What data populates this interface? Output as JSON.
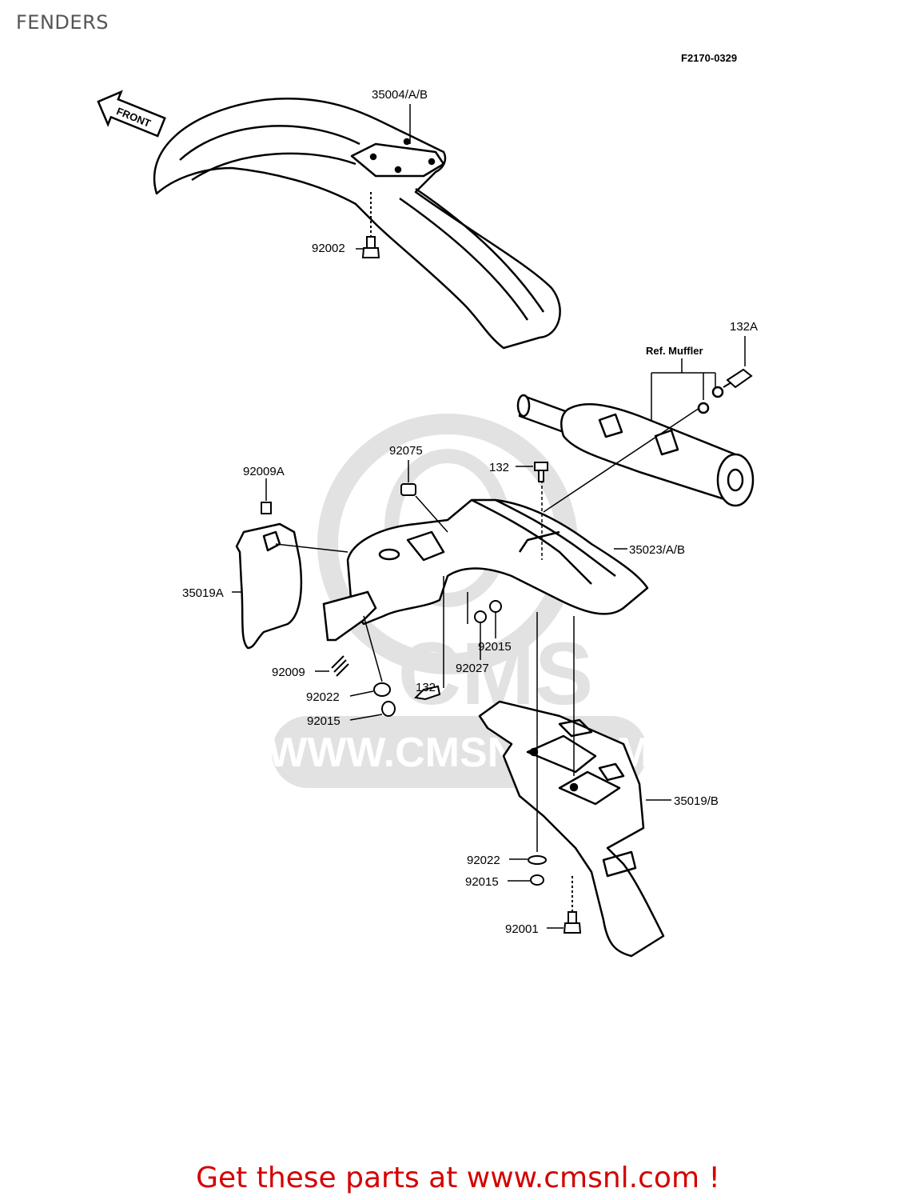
{
  "title": "FENDERS",
  "diagram_code": "F2170-0329",
  "front_arrow_label": "FRONT",
  "ref_muffler_label": "Ref. Muffler",
  "watermark": {
    "brand": "CMS",
    "url": "WWW.CMSNL.COM"
  },
  "parts": {
    "p35004": "35004/A/B",
    "p92002": "92002",
    "p132A": "132A",
    "p92075": "92075",
    "p132_top": "132",
    "p92009A": "92009A",
    "p35023": "35023/A/B",
    "p35019A": "35019A",
    "p92015_mid": "92015",
    "p92027": "92027",
    "p132_mid": "132",
    "p92009": "92009",
    "p92022_left": "92022",
    "p92015_left": "92015",
    "p35019B": "35019/B",
    "p92022_bottom": "92022",
    "p92015_bottom": "92015",
    "p92001": "92001"
  },
  "footer_promo": "Get these parts at www.cmsnl.com !",
  "colors": {
    "line": "#000000",
    "watermark": "#e2e2e2",
    "promo": "#d40000"
  }
}
